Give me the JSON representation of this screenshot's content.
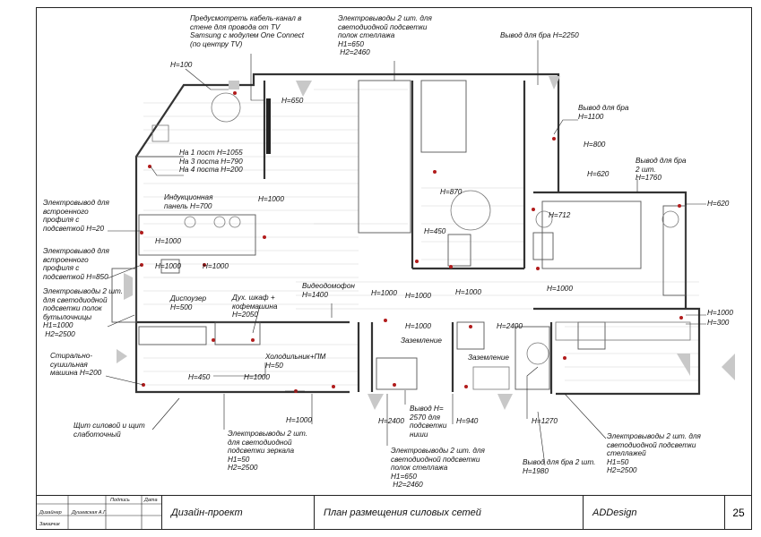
{
  "notes": {
    "tv_cable": "Предусмотреть кабель-канал в\nстене для провода от TV\nSamsung с модулем One Connect\n(по центру TV)",
    "shelf_top": "Электровыводы 2 шт. для\nсветодиодной подсветки\nполок стеллажа\nH1=650\n H2=2460",
    "sconce_2250": "Вывод для бра H=2250",
    "sconce_1100": "Вывод для бра\nH=1100",
    "sconce_2pcs": "Вывод для бра\n2 шт.\nH=1760",
    "h100": "H=100",
    "h650": "H=650",
    "h800": "H=800",
    "h620_a": "H=620",
    "h620_b": "H=620",
    "posts": "На 1 пост H=1055\nНа 3 поста H=790\nНа 4 поста H=200",
    "h870": "H=870",
    "h712": "H=712",
    "profile_20": "Электровывод для\nвстроенного\nпрофиля с\nподсветкой H=20",
    "induction": "Индукционная\nпанель H=700",
    "h1000_a": "H=1000",
    "h450_a": "H=450",
    "h1000_b": "H=1000",
    "profile_850": "Электровывод для\nвстроенного\nпрофиля с\nподсветкой H=850",
    "h1000_c": "H=1000",
    "h1000_d": "H=1000",
    "intercom": "Видеодомофон\nH=1400",
    "h1000_e": "H=1000",
    "h1000_f": "H=1000",
    "h1000_g": "H=1000",
    "h1000_h": "H=1000",
    "bottle_shelves": "Электровыводы 2 шт.\nдля светодиодной\nподсветки полок\nбутылочницы\nH1=1000\n H2=2500",
    "disposer": "Диспоузер\nH=500",
    "oven": "Дух. шкаф +\nкофемашина\nH=2050",
    "h1000_i": "H=1000",
    "h2400_a": "H=2400",
    "h1000_r": "H=1000",
    "h300": "H=300",
    "grounding_1": "Заземление",
    "grounding_2": "Заземление",
    "washer": "Стирально-\nсушильная\nмашина H=200",
    "fridge": "Холодильник+ПМ\nH=50",
    "h450_b": "H=450",
    "h1000_j": "H=1000",
    "h1000_k": "H=1000",
    "panel": "Щит силовой и щит\nслаботочный",
    "mirror": "Электровыводы 2 шт.\nдля светодиодной\nподсветки зеркала\nH1=50\nH2=2500",
    "h2400_b": "H=2400",
    "niche": "Вывод H=\n2570 для\nподсветки\nниши",
    "h940": "H=940",
    "h1270": "H=1270",
    "shelf_bottom": "Электровыводы 2 шт. для\nсветодиодной подсветки\nполок стеллажа\nH1=650\n H2=2460",
    "sconce_1980": "Вывод для бра 2 шт.\nH=1980",
    "racks": "Электровыводы 2 шт. для\nсветодиодной подсветки\nстеллажей\nH1=50\nH2=2500"
  },
  "titleblock": {
    "podpis": "Подпись",
    "data": "Дата",
    "designer_role": "Дизайнер",
    "designer_name": "Душевская А.Г.",
    "client_role": "Заказчик",
    "project": "Дизайн-проект",
    "sheet_title": "План размещения силовых сетей",
    "company": "ADDesign",
    "sheet_number": "25"
  }
}
